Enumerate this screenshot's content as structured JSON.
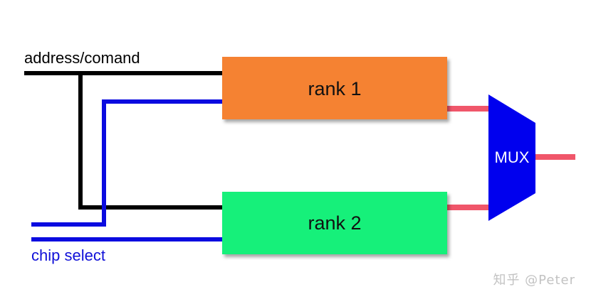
{
  "diagram": {
    "labels": {
      "address_command": "address/comand",
      "chip_select": "chip select",
      "rank1": "rank 1",
      "rank2": "rank 2",
      "mux": "MUX"
    },
    "watermark": "知乎 @Peter"
  },
  "colors": {
    "address_line": "#000000",
    "chip_select_line": "#0b0be0",
    "rank1_fill": "#f58233",
    "rank2_fill": "#19f07a",
    "mux_fill": "#0000ee",
    "output_line": "#f0566a"
  }
}
